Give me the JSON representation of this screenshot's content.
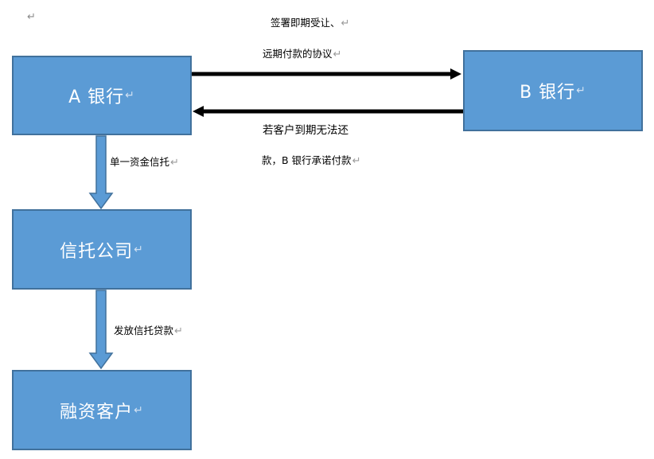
{
  "doc": {
    "paragraph_mark": "↵"
  },
  "nodes": {
    "bank_a": "A 银行",
    "bank_b": "B 银行",
    "trust_company": "信托公司",
    "financing_client": "融资客户"
  },
  "edges": {
    "a_to_b_line1": "签署即期受让、",
    "a_to_b_line2": "远期付款的协议",
    "b_to_a_line1": "若客户到期无法还",
    "b_to_a_line2": "款，B 银行承诺付款",
    "a_to_trust": "单一资金信托",
    "trust_to_client": "发放信托贷款"
  },
  "colors": {
    "box_fill": "#5B9BD5",
    "box_border": "#41719C",
    "arrow_block": "#5B9BD5",
    "arrow_line": "#000000"
  }
}
